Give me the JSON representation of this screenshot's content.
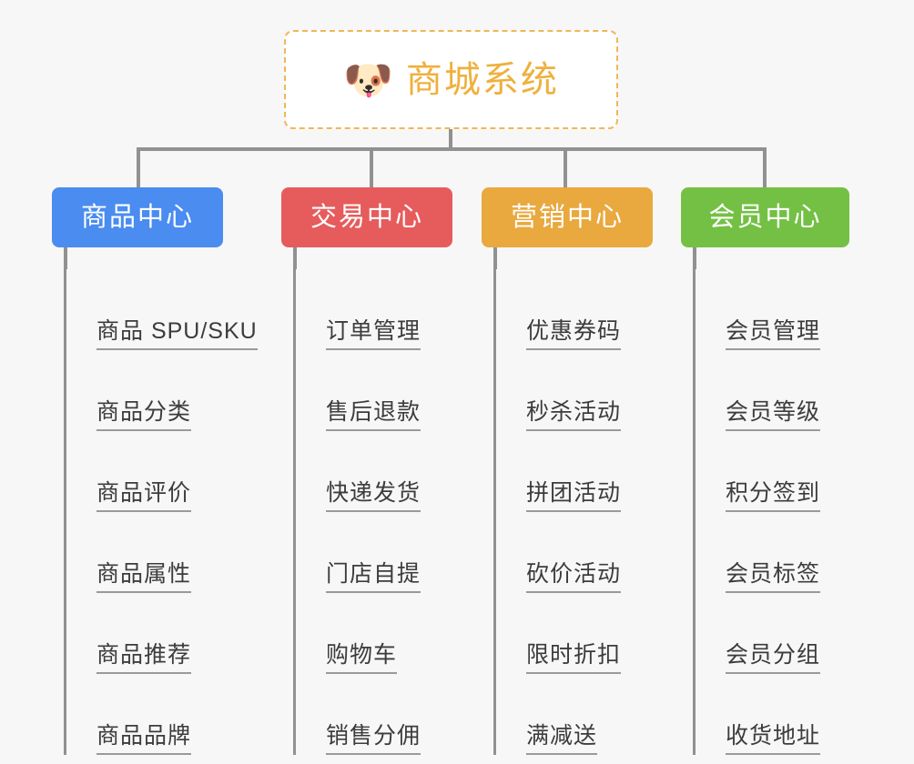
{
  "diagram": {
    "type": "organization-chart",
    "orientation": "top-down",
    "background_color": "#f7f7f7",
    "connector_color": "#919191"
  },
  "root": {
    "icon": "shiba-dog-emoji",
    "icon_glyph": "🐶",
    "title": "商城系统",
    "text_color": "#efb03c",
    "border_color": "#efb75a",
    "border_style": "dashed",
    "background_color": "#ffffff"
  },
  "branches": [
    {
      "id": "product-center",
      "label": "商品中心",
      "color": "#4a8cf0",
      "text_color": "#ffffff",
      "items": [
        {
          "label": "商品 SPU/SKU"
        },
        {
          "label": "商品分类"
        },
        {
          "label": "商品评价"
        },
        {
          "label": "商品属性"
        },
        {
          "label": "商品推荐"
        },
        {
          "label": "商品品牌"
        }
      ]
    },
    {
      "id": "trade-center",
      "label": "交易中心",
      "color": "#e65c5c",
      "text_color": "#ffffff",
      "items": [
        {
          "label": "订单管理"
        },
        {
          "label": "售后退款"
        },
        {
          "label": "快递发货"
        },
        {
          "label": "门店自提"
        },
        {
          "label": "购物车"
        },
        {
          "label": "销售分佣"
        }
      ]
    },
    {
      "id": "marketing-center",
      "label": "营销中心",
      "color": "#e9a93e",
      "text_color": "#ffffff",
      "items": [
        {
          "label": "优惠券码"
        },
        {
          "label": "秒杀活动"
        },
        {
          "label": "拼团活动"
        },
        {
          "label": "砍价活动"
        },
        {
          "label": "限时折扣"
        },
        {
          "label": "满减送"
        }
      ]
    },
    {
      "id": "member-center",
      "label": "会员中心",
      "color": "#74c044",
      "text_color": "#ffffff",
      "items": [
        {
          "label": "会员管理"
        },
        {
          "label": "会员等级"
        },
        {
          "label": "积分签到"
        },
        {
          "label": "会员标签"
        },
        {
          "label": "会员分组"
        },
        {
          "label": "收货地址"
        }
      ]
    }
  ]
}
